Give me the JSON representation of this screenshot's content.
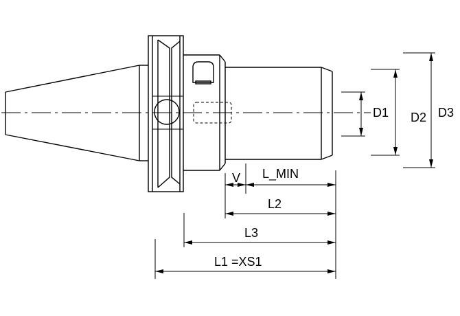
{
  "dimensions": {
    "d1": "D1",
    "d2": "D2",
    "d3": "D3",
    "v": "V",
    "l_min": "L_MIN",
    "l2": "L2",
    "l3": "L3",
    "l1": "L1 =XS1"
  }
}
